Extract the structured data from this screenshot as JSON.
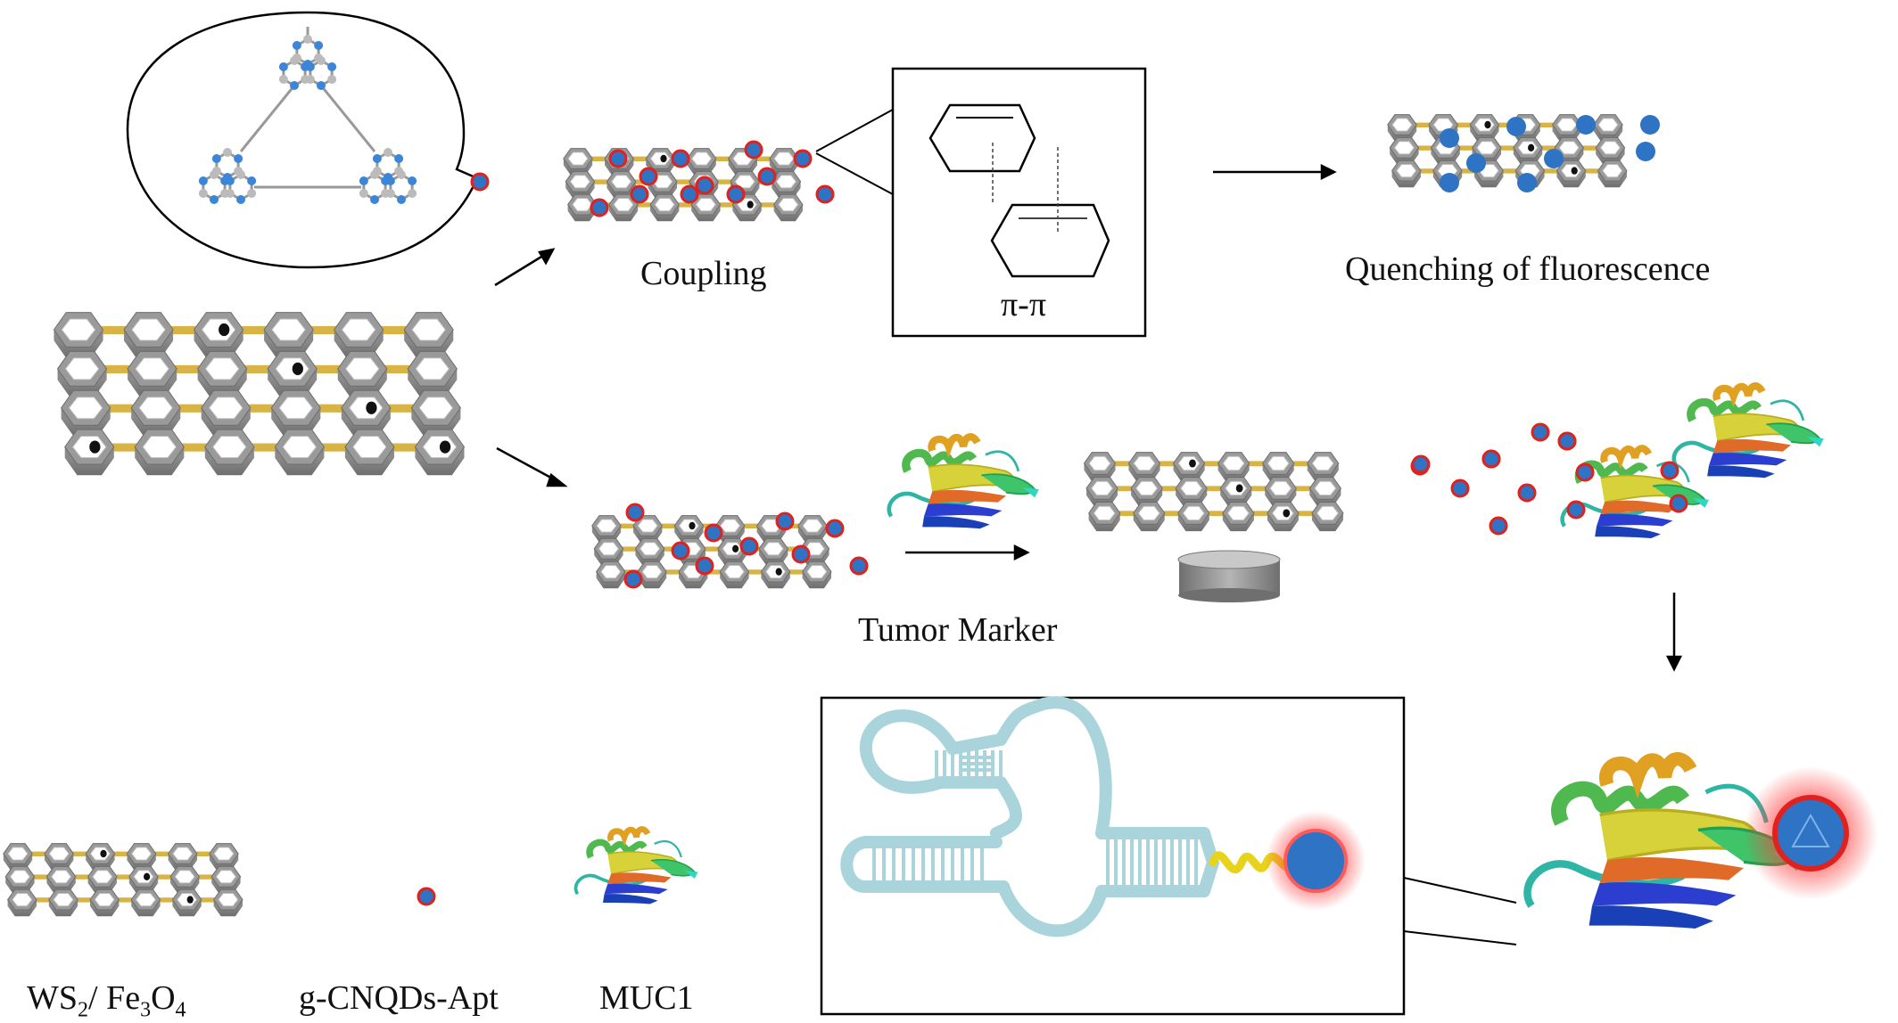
{
  "labels": {
    "coupling": "Coupling",
    "pi_pi": "π-π",
    "quenching": "Quenching of fluorescence",
    "tumor_marker": "Tumor Marker",
    "ws2_main": "WS",
    "ws2_sub": "2",
    "ws2_slash": "/ Fe",
    "fe_sub": "3",
    "o_main": "O",
    "o_sub": "4",
    "cnqd": "g-CNQDs-Apt",
    "muc1": "MUC1"
  },
  "colors": {
    "hex_frame": "#8f8f8f",
    "hex_top": "#d9d9d9",
    "gold_link": "#d8b446",
    "qd_fill": "#2f73c4",
    "qd_ring": "#e0211d",
    "qd_glow": "#ff5a5a",
    "aptamer": "#a9d4dc",
    "linker": "#e8d21a",
    "magnet": "#8a8a8a"
  },
  "icons": {
    "molecule": "triazine-molecule-icon",
    "qd": "quantum-dot-icon",
    "protein": "protein-ribbon-icon",
    "magnet": "magnet-disk-icon",
    "aptamer": "aptamer-hairpin-icon"
  }
}
